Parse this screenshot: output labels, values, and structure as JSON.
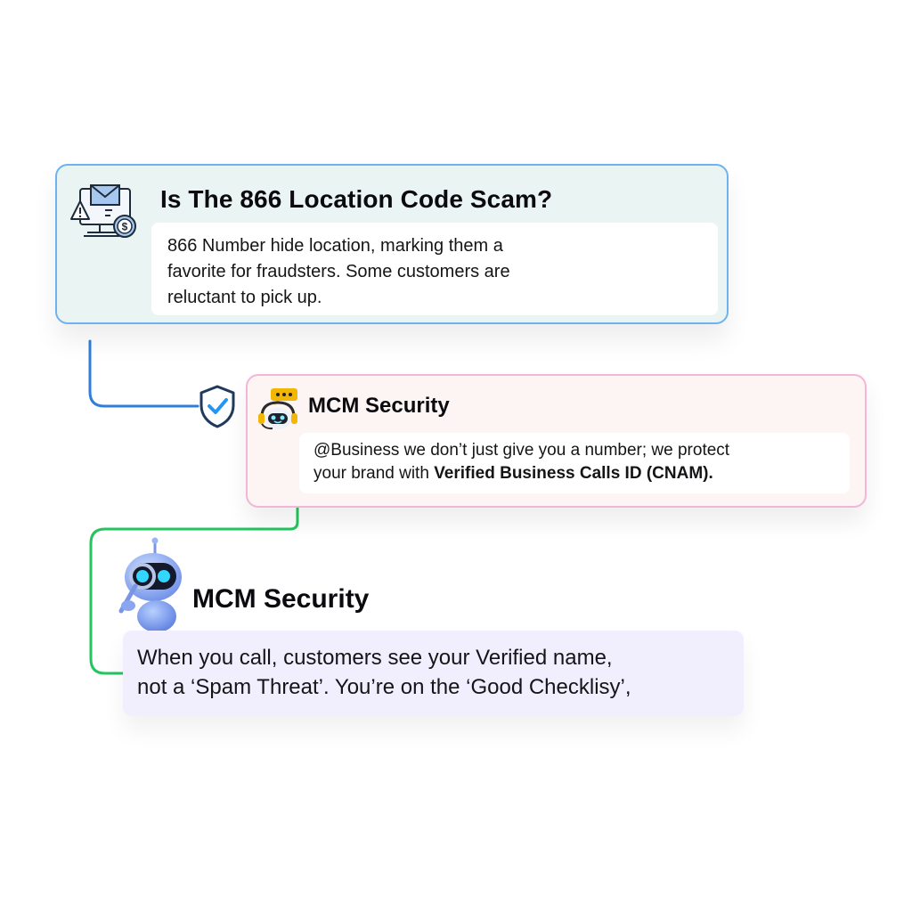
{
  "colors": {
    "card1_bg": "#eaf5f3",
    "card1_border": "#6fb3ee",
    "card2_bg": "#fdf4f4",
    "card2_border": "#f2b6d6",
    "bubble3_bg": "#f1effd",
    "connector_blue": "#2f7fd8",
    "connector_green": "#22c55e",
    "shield": "#1f3a5c"
  },
  "card1": {
    "icon": "email-warning-money-icon",
    "title": "Is The 866 Location Code Scam?",
    "body_lines": [
      "866 Number hide location, marking them a",
      "favorite for fraudsters. Some customers are",
      "reluctant to pick up."
    ]
  },
  "shield_icon": "shield-check-icon",
  "card2": {
    "avatar_icon": "robot-chat-avatar-icon",
    "name": "MCM Security",
    "message_line1": "@Business we don’t just give you a number; we protect",
    "message_line2_prefix": "your brand with ",
    "message_line2_bold": "Verified Business Calls ID (CNAM)."
  },
  "section3": {
    "avatar_icon": "robot-magnifier-icon",
    "name": "MCM Security",
    "message_lines": [
      "When you call, customers see your Verified name,",
      "not a ‘Spam Threat’. You’re on the ‘Good Checklisy’,"
    ]
  }
}
